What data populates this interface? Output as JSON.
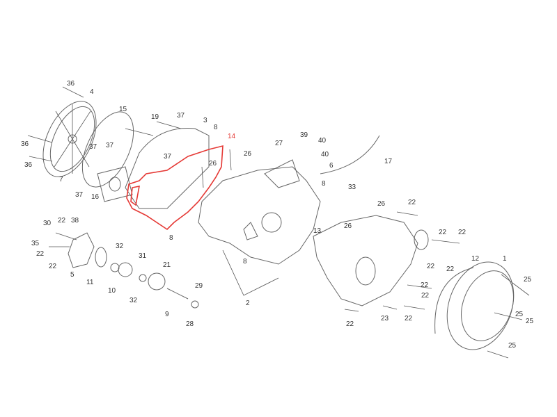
{
  "diagram": {
    "title": "Engine crankcase and covers exploded view",
    "highlight_color": "#e53935",
    "labels": [
      "36",
      "4",
      "15",
      "19",
      "37",
      "3",
      "8",
      "14",
      "36",
      "36",
      "37",
      "37",
      "37",
      "26",
      "26",
      "7",
      "37",
      "16",
      "8",
      "27",
      "39",
      "40",
      "40",
      "6",
      "17",
      "8",
      "33",
      "26",
      "22",
      "13",
      "26",
      "22",
      "22",
      "22",
      "22",
      "22",
      "22",
      "12",
      "1",
      "25",
      "25",
      "25",
      "25",
      "22",
      "23",
      "22",
      "2",
      "8",
      "30",
      "22",
      "38",
      "35",
      "22",
      "22",
      "5",
      "32",
      "31",
      "21",
      "11",
      "10",
      "32",
      "29",
      "9",
      "28"
    ]
  }
}
